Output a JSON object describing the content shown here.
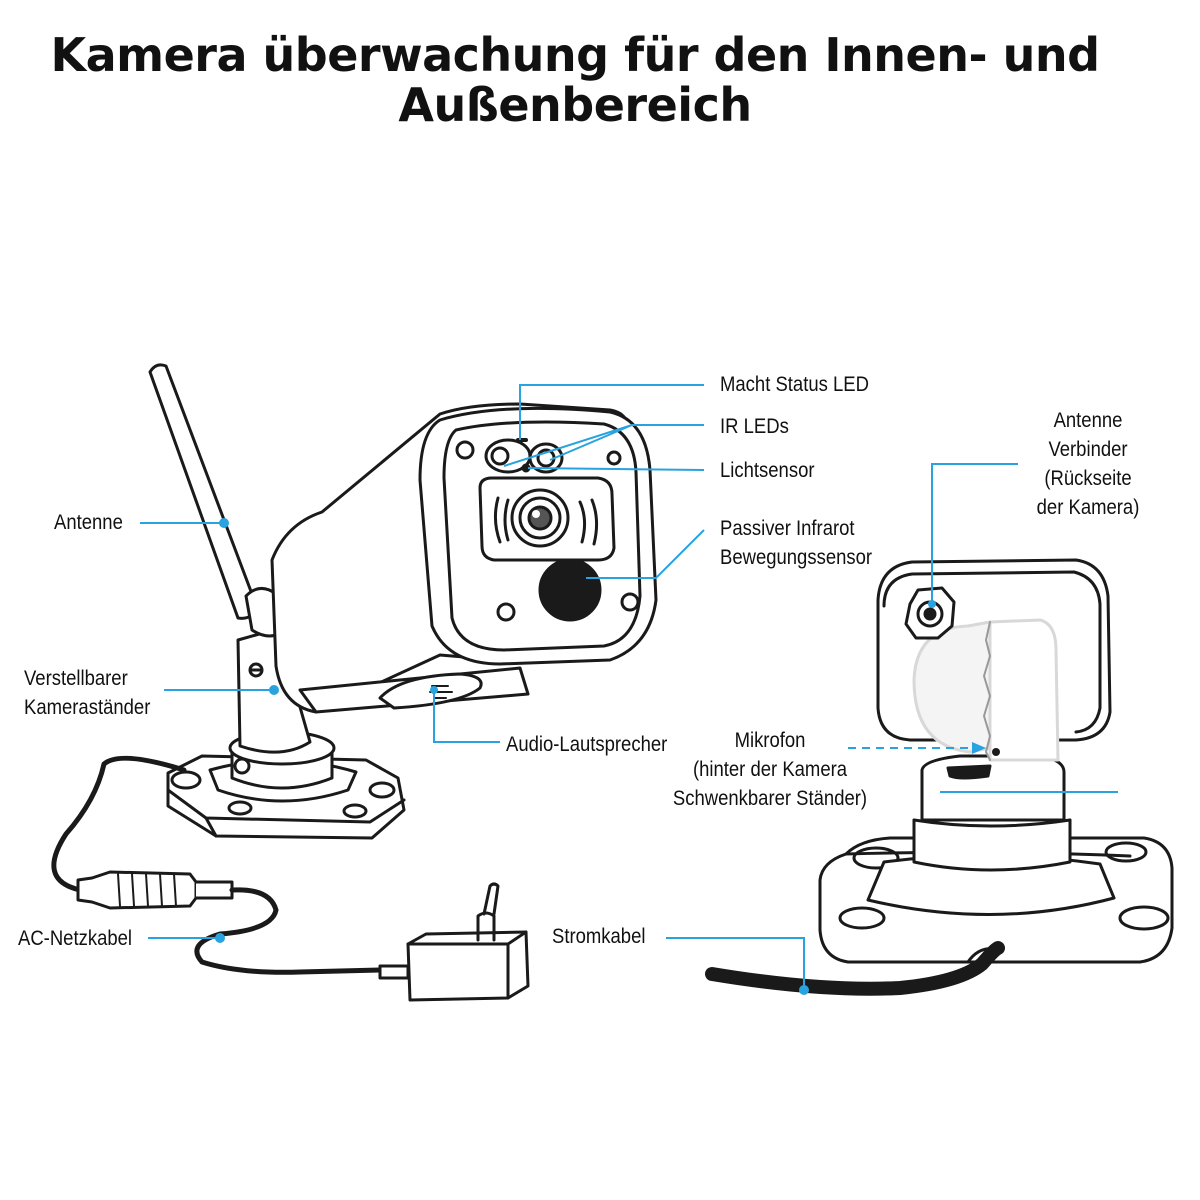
{
  "title": {
    "line1": "Kamera überwachung für den Innen- und",
    "line2": "Außenbereich"
  },
  "labels": {
    "status_led": "Macht Status LED",
    "ir_leds": "IR LEDs",
    "light_sensor": "Lichtsensor",
    "pir_line1": "Passiver Infrarot",
    "pir_line2": "Bewegungssensor",
    "antenna_connector_line1": "Antenne",
    "antenna_connector_line2": "Verbinder",
    "antenna_connector_line3": "(Rückseite",
    "antenna_connector_line4": "der Kamera)",
    "antenna": "Antenne",
    "stand_line1": "Verstellbarer",
    "stand_line2": "Kameraständer",
    "speaker": "Audio-Lautsprecher",
    "mic_line1": "Mikrofon",
    "mic_line2": "(hinter der Kamera",
    "mic_line3": "Schwenkbarer Ständer)",
    "ac_cable": "AC-Netzkabel",
    "power_cable": "Stromkabel"
  },
  "colors": {
    "leader": "#29a3df",
    "outline": "#1a1a1a"
  },
  "icons": {
    "front_camera": "bullet-camera-front-illustration",
    "rear_camera": "camera-rear-illustration",
    "adapter": "power-adapter-illustration"
  }
}
